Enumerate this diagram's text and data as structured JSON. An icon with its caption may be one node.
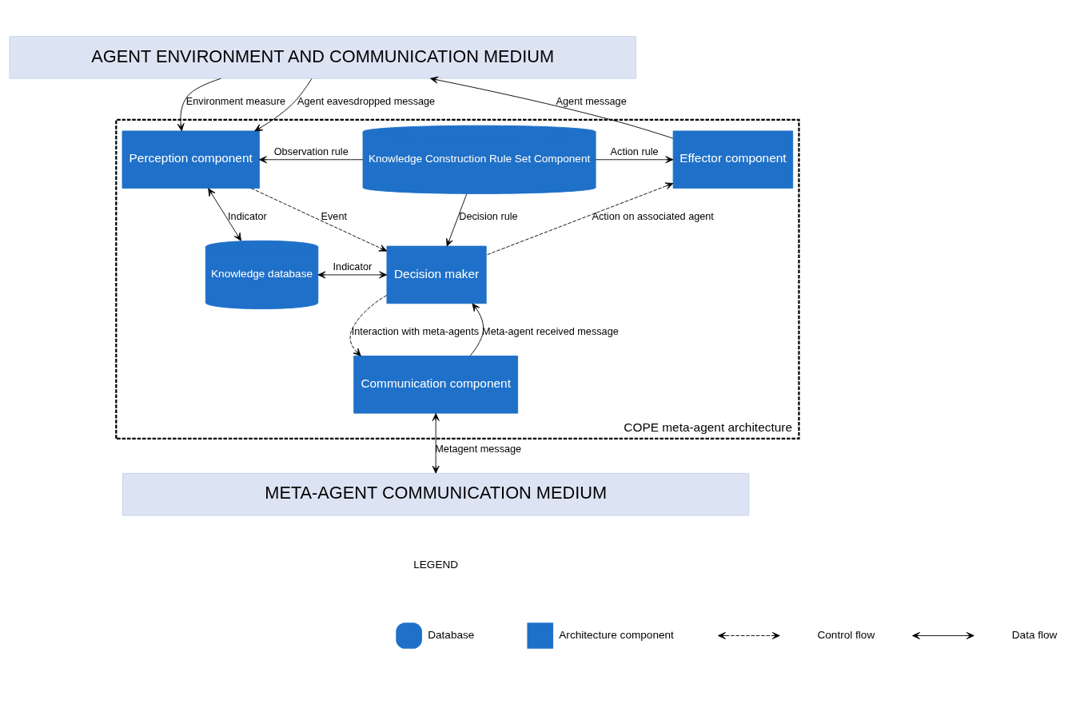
{
  "diagram": {
    "nodes": [
      {
        "text": [
          "AGENT ENVIRONMENT AND COMMUNICATION MEDIUM"
        ]
      },
      {
        "text": [
          "COPE meta-agent architecture"
        ]
      },
      {
        "text": [
          "Perception component"
        ],
        "in": 1
      },
      {
        "text": [
          "Knowledge Construction Rule Set Component"
        ],
        "in": 1
      },
      {
        "text": [
          "Effector component"
        ],
        "in": 1
      },
      {
        "text": [
          "Knowledge database"
        ],
        "in": 1
      },
      {
        "text": [
          "Decision maker"
        ],
        "in": 1
      },
      {
        "text": [
          "Communication component"
        ],
        "in": 1
      },
      {
        "text": [
          "META-AGENT COMMUNICATION MEDIUM"
        ]
      }
    ],
    "edges": [
      {
        "from": 0,
        "to": 2,
        "arrow": "to",
        "label": "Environment measure"
      },
      {
        "from": 0,
        "to": 2,
        "arrow": "to",
        "label": "Agent eavesdropped message"
      },
      {
        "from": 3,
        "to": 2,
        "arrow": "to",
        "label": "Observation rule"
      },
      {
        "from": 3,
        "to": 4,
        "arrow": "to",
        "label": "Action rule"
      },
      {
        "from": 4,
        "to": 0,
        "arrow": "to",
        "label": "Agent message"
      },
      {
        "from": 2,
        "to": 5,
        "arrow": "both",
        "label": "Indicator"
      },
      {
        "from": 2,
        "to": 6,
        "arrow": "to",
        "label": "Event",
        "style": "dashed"
      },
      {
        "from": 3,
        "to": 6,
        "arrow": "to",
        "label": "Decision rule"
      },
      {
        "from": 6,
        "to": 4,
        "arrow": "to",
        "label": "Action on associated agent",
        "style": "dashed"
      },
      {
        "from": 5,
        "to": 6,
        "arrow": "both",
        "label": "Indicator"
      },
      {
        "from": 6,
        "to": 7,
        "arrow": "to",
        "label": "Interaction with meta-agents",
        "style": "dashed"
      },
      {
        "from": 7,
        "to": 6,
        "arrow": "to",
        "label": "Meta-agent received message"
      },
      {
        "from": 7,
        "to": 8,
        "arrow": "both",
        "label": "Metagent message"
      }
    ],
    "labels": [
      "LEGEND"
    ],
    "legend": [
      {
        "text": "Database"
      },
      {
        "text": "Architecture component",
        "color": "#1f70c8"
      },
      {
        "text": "Control flow"
      },
      {
        "text": "Data flow"
      }
    ]
  }
}
